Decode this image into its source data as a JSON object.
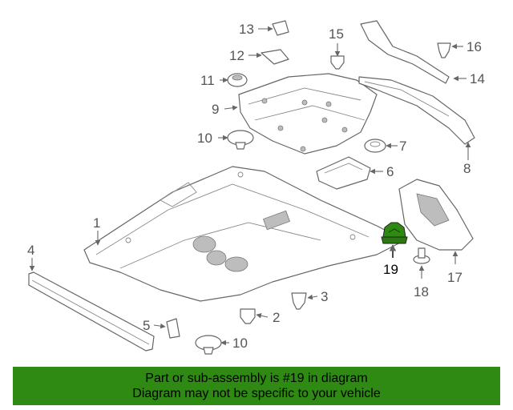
{
  "callouts": {
    "c1": "1",
    "c2": "2",
    "c3": "3",
    "c4": "4",
    "c5": "5",
    "c6": "6",
    "c7": "7",
    "c8": "8",
    "c9": "9",
    "c10a": "10",
    "c10b": "10",
    "c11": "11",
    "c12": "12",
    "c13": "13",
    "c14": "14",
    "c15": "15",
    "c16": "16",
    "c17": "17",
    "c18": "18",
    "c19": "19"
  },
  "highlight": {
    "part": "19",
    "color": "#2e8a12"
  },
  "banner": {
    "line1": "Part or sub-assembly is #19 in diagram",
    "line2": "Diagram may not be specific to your vehicle",
    "background": "#2e8a12"
  }
}
